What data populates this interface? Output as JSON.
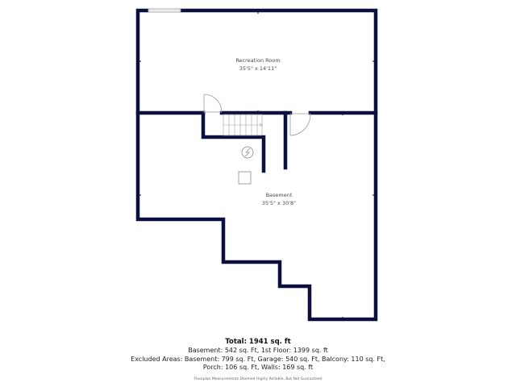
{
  "colors": {
    "wall": "#0d0f3d",
    "fixture": "#9a9a9a",
    "background": "#ffffff",
    "text": "#4a4a4a"
  },
  "rooms": [
    {
      "name": "Recreation Room",
      "dimensions": "35'5\" x 14'11\""
    },
    {
      "name": "Basement",
      "dimensions": "35'5\" x 30'8\""
    }
  ],
  "fixtures": [
    {
      "type": "staircase",
      "icon": "stairs-icon"
    },
    {
      "type": "water-heater",
      "icon": "water-heater-icon"
    },
    {
      "type": "utility-box",
      "icon": "square-fixture-icon"
    },
    {
      "type": "window",
      "icon": "window-icon"
    },
    {
      "type": "door",
      "icon": "door-swing-icon"
    },
    {
      "type": "door",
      "icon": "door-swing-icon"
    }
  ],
  "footer": {
    "total": "Total: 1941 sq. ft",
    "line1": "Basement: 542 sq. Ft, 1st Floor: 1399 sq. ft",
    "line2": "Excluded Areas: Basement: 799 sq. Ft, Garage: 540 sq. Ft, Balcony: 110 sq. Ft,",
    "line3": "Porch: 106 sq. Ft, Walls: 169 sq. ft",
    "disclaimer": "Floorplan Measurements Deemed Highly Reliable, But Not Guaranteed"
  }
}
